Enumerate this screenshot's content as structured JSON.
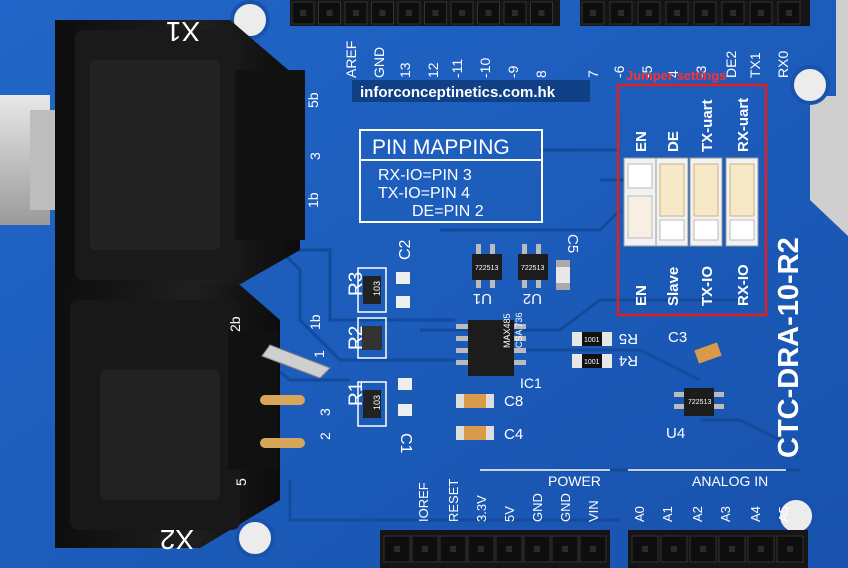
{
  "colors": {
    "board": "#1b5fbf",
    "board_dark": "#154c9c",
    "trace": "#174f9e",
    "silk": "#ffffff",
    "jumper_box": "#e02020",
    "jumper_label": "#ff3030",
    "header": "#1a1a1a",
    "connector": "#141414",
    "background": "#cfcfcf"
  },
  "board": {
    "name": "CTC-DRA-10-R2",
    "url": "inforconceptinetics.com.hk"
  },
  "pin_mapping": {
    "title": "PIN MAPPING",
    "lines": [
      "RX-IO=PIN 3",
      "TX-IO=PIN 4",
      "DE=PIN 2"
    ]
  },
  "digital_header": {
    "left": [
      "AREF",
      "GND",
      "13",
      "12",
      "-11",
      "-10",
      "-9",
      "8"
    ],
    "right": [
      "7",
      "-6",
      "-5",
      "4",
      "-3",
      "DE2",
      "TX1",
      "RX0"
    ]
  },
  "jumpers": {
    "label": "Jumper settings",
    "items": [
      {
        "top": "EN",
        "bottom": "EN"
      },
      {
        "top": "DE",
        "bottom": "Slave"
      },
      {
        "top": "TX-uart",
        "bottom": "TX-IO"
      },
      {
        "top": "RX-uart",
        "bottom": "RX-IO"
      }
    ]
  },
  "connectors": {
    "x1": "X1",
    "x2": "X2",
    "x1_pins": [
      "5b",
      "3",
      "1b"
    ],
    "x2_pins": [
      "2b",
      "1b",
      "1",
      "2",
      "3",
      "5"
    ]
  },
  "components": {
    "r1": "R1",
    "r2": "R2",
    "r3": "R3",
    "r4": "R4",
    "r5": "R5",
    "c1": "C1",
    "c2": "C2",
    "c3": "C3",
    "c4": "C4",
    "c5": "C5",
    "c8": "C8",
    "u1": "U1",
    "u2": "U2",
    "u4": "U4",
    "ic1": "IC1",
    "ic1_marking": [
      "MAX485",
      "CSA 736"
    ],
    "res_marking_103": "103",
    "res_marking_1001": "1001",
    "small_ic_marking": "722513"
  },
  "power_header": {
    "label": "POWER",
    "pins": [
      "IOREF",
      "RESET",
      "3.3V",
      "5V",
      "GND",
      "GND",
      "VIN"
    ]
  },
  "analog_header": {
    "label": "ANALOG IN",
    "pins": [
      "A0",
      "A1",
      "A2",
      "A3",
      "A4",
      "A5"
    ]
  }
}
